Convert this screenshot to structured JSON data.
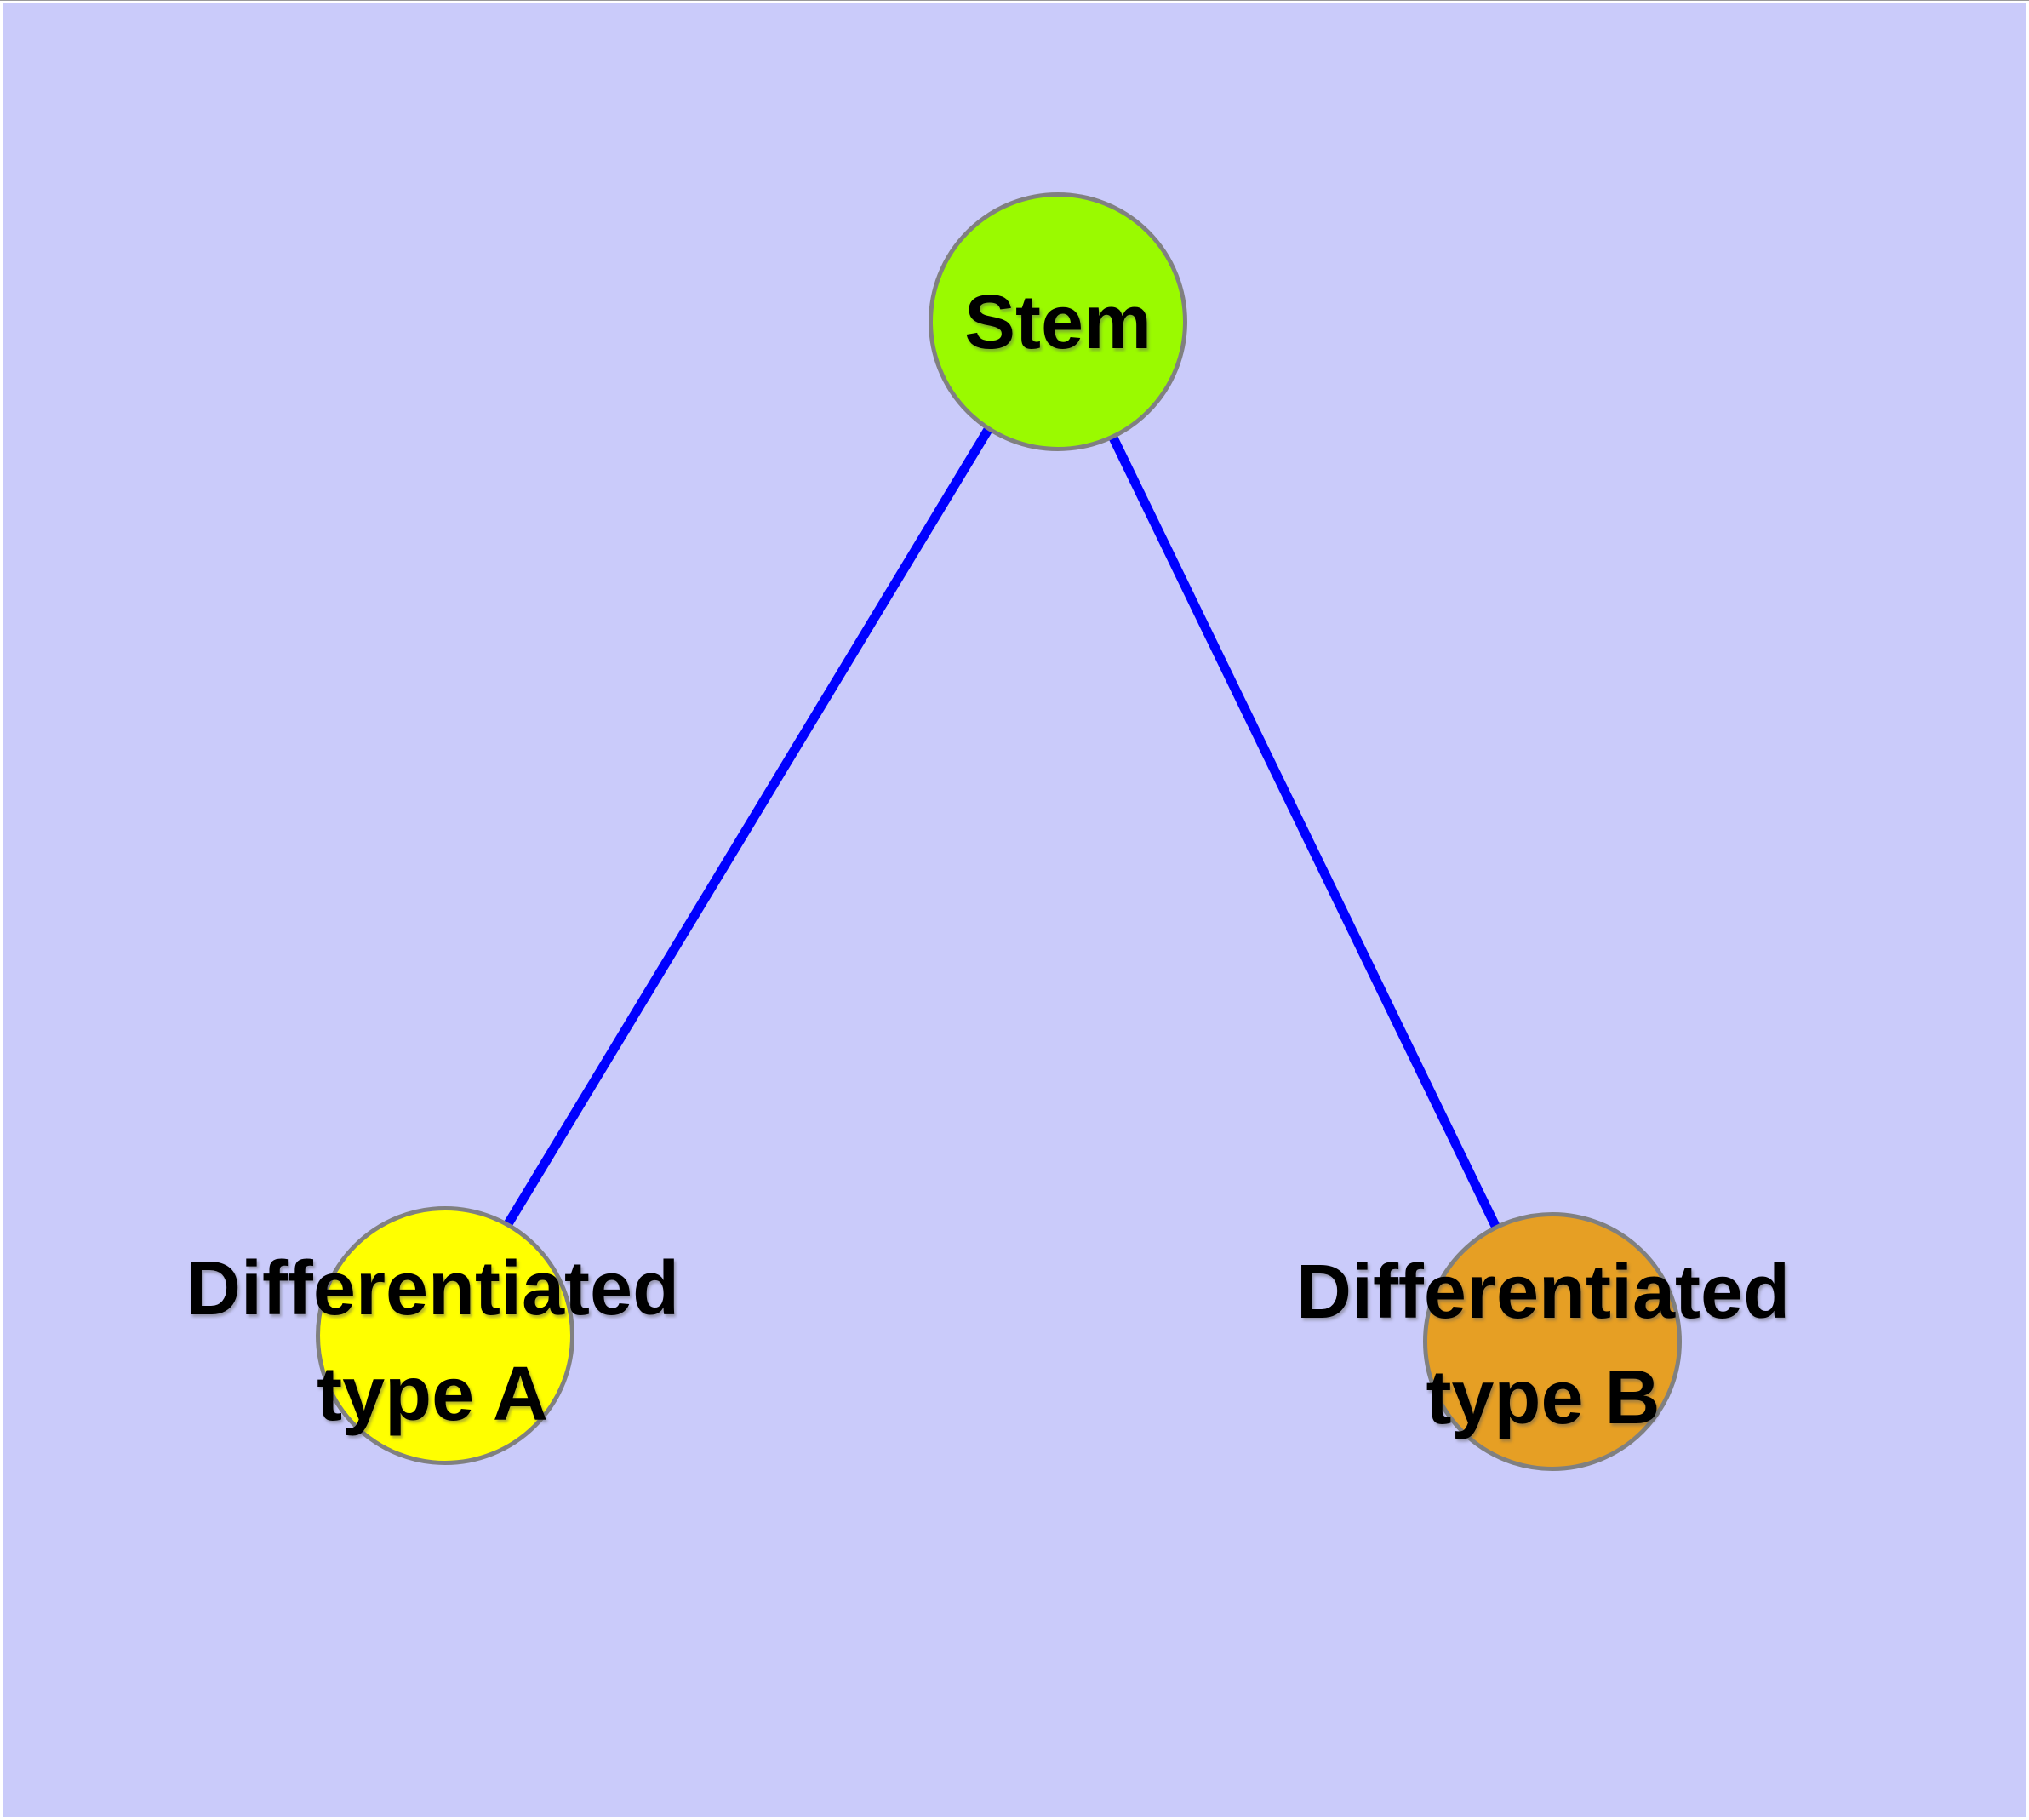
{
  "diagram": {
    "type": "node-link-graph",
    "background_color": "#CACBFA",
    "edge_color": "#0000FF",
    "node_border_color": "#808080",
    "text_color": "#000000",
    "nodes": [
      {
        "id": "stem",
        "label": "Stem",
        "fill": "#9AFA00"
      },
      {
        "id": "differentiated-type-a",
        "label": "Differentiated type A",
        "label_line1": "Differentiated",
        "label_line2": "type A",
        "fill": "#FFFF00"
      },
      {
        "id": "differentiated-type-b",
        "label": "Differentiated type B",
        "label_line1": "Differentiated",
        "label_line2": "type B",
        "fill": "#E69F24"
      }
    ],
    "edges": [
      {
        "from": "Stem",
        "to": "Differentiated type A"
      },
      {
        "from": "Stem",
        "to": "Differentiated type B"
      }
    ]
  }
}
